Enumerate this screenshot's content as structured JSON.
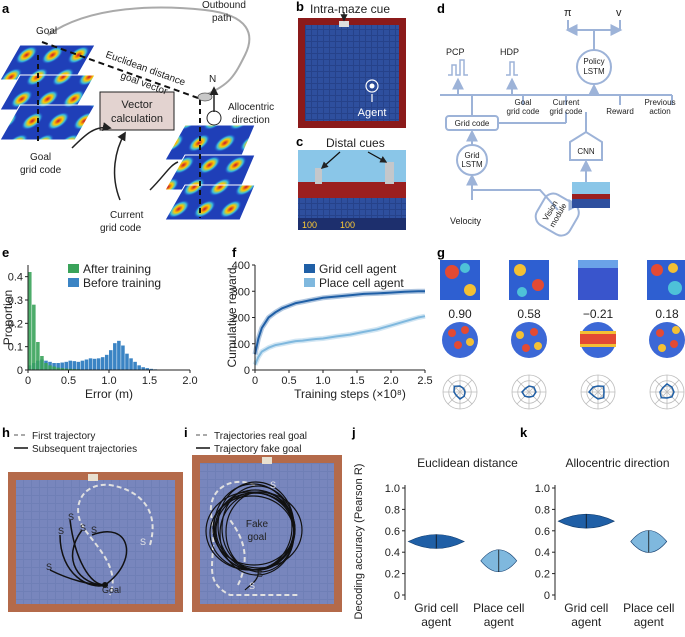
{
  "panels": [
    "a",
    "b",
    "c",
    "d",
    "e",
    "f",
    "g",
    "h",
    "i",
    "j",
    "k"
  ],
  "panel_a": {
    "goal": "Goal",
    "outbound_path": [
      "Outbound",
      "path"
    ],
    "euclidean": "Euclidean distance",
    "goal_vector": "goal vector",
    "north": "N",
    "allocentric": [
      "Allocentric",
      "direction"
    ],
    "vector_calc": [
      "Vector",
      "calculation"
    ],
    "goal_grid": [
      "Goal",
      "grid code"
    ],
    "current_grid": [
      "Current",
      "grid code"
    ]
  },
  "panel_b": {
    "cue": "Intra-maze cue",
    "agent": "Agent"
  },
  "panel_c": {
    "distal": "Distal cues",
    "hud_left": "100",
    "hud_right": "100"
  },
  "panel_d": {
    "pi": "π",
    "v": "v",
    "policy": [
      "Policy",
      "LSTM"
    ],
    "pcp": "PCP",
    "hdp": "HDP",
    "goal_grid": [
      "Goal",
      "grid code"
    ],
    "current_grid": [
      "Current",
      "grid code"
    ],
    "reward": "Reward",
    "prev_action": [
      "Previous",
      "action"
    ],
    "grid_code": "Grid code",
    "grid_lstm": [
      "Grid",
      "LSTM"
    ],
    "cnn": "CNN",
    "vision": [
      "Vision",
      "module"
    ],
    "velocity": "Velocity"
  },
  "panel_g": {
    "correlations": [
      "0.90",
      "0.58",
      "−0.21",
      "0.18"
    ]
  },
  "panel_h": {
    "legend": [
      "First trajectory",
      "Subsequent trajectories"
    ],
    "start": "S",
    "goal": "Goal"
  },
  "panel_i": {
    "legend": [
      "Trajectories real goal",
      "Trajectory fake goal"
    ],
    "start": "S",
    "fake": [
      "Fake",
      "goal"
    ]
  },
  "chart_data": [
    {
      "panel": "e",
      "type": "bar",
      "xlabel": "Error (m)",
      "ylabel": "Proportion",
      "xlim": [
        0,
        2.0
      ],
      "ylim": [
        0,
        0.45
      ],
      "xticks": [
        "0",
        "0.5",
        "1.0",
        "1.5",
        "2.0"
      ],
      "yticks": [
        "0",
        "0.1",
        "0.2",
        "0.3",
        "0.4"
      ],
      "bin_width": 0.05,
      "colors": {
        "After training": "#3aa35a",
        "Before training": "#3b84c4"
      },
      "series": [
        {
          "name": "After training",
          "x": [
            0.0,
            0.05,
            0.1,
            0.15,
            0.2,
            0.25,
            0.3,
            0.35,
            0.4,
            0.45,
            0.5,
            0.55,
            0.6,
            0.65,
            0.7
          ],
          "values": [
            0.42,
            0.28,
            0.12,
            0.06,
            0.03,
            0.02,
            0.015,
            0.01,
            0.008,
            0.006,
            0.005,
            0.004,
            0.003,
            0.002,
            0.002
          ]
        },
        {
          "name": "Before training",
          "x": [
            0.0,
            0.05,
            0.1,
            0.15,
            0.2,
            0.25,
            0.3,
            0.35,
            0.4,
            0.45,
            0.5,
            0.55,
            0.6,
            0.65,
            0.7,
            0.75,
            0.8,
            0.85,
            0.9,
            0.95,
            1.0,
            1.05,
            1.1,
            1.15,
            1.2,
            1.25,
            1.3,
            1.35,
            1.4,
            1.45,
            1.5,
            1.55
          ],
          "values": [
            0.02,
            0.03,
            0.04,
            0.045,
            0.04,
            0.035,
            0.03,
            0.03,
            0.032,
            0.035,
            0.04,
            0.038,
            0.035,
            0.04,
            0.045,
            0.05,
            0.048,
            0.05,
            0.055,
            0.065,
            0.085,
            0.115,
            0.125,
            0.105,
            0.07,
            0.05,
            0.035,
            0.02,
            0.012,
            0.008,
            0.005,
            0.003
          ]
        }
      ]
    },
    {
      "panel": "f",
      "type": "line",
      "xlabel": "Training steps (×10⁸)",
      "ylabel": "Cumulative reward",
      "xlim": [
        0,
        2.5
      ],
      "ylim": [
        0,
        400
      ],
      "xticks": [
        "0",
        "0.5",
        "1.0",
        "1.5",
        "2.0",
        "2.5"
      ],
      "yticks": [
        "0",
        "100",
        "200",
        "300",
        "400"
      ],
      "x": [
        0,
        0.05,
        0.1,
        0.2,
        0.3,
        0.4,
        0.5,
        0.6,
        0.7,
        0.8,
        0.9,
        1.0,
        1.2,
        1.4,
        1.6,
        1.8,
        2.0,
        2.2,
        2.4,
        2.5
      ],
      "colors": {
        "Grid cell agent": "#1f5fa6",
        "Place cell agent": "#7fb8de"
      },
      "series": [
        {
          "name": "Grid cell agent",
          "values": [
            60,
            120,
            160,
            200,
            220,
            235,
            245,
            255,
            260,
            265,
            270,
            275,
            280,
            285,
            290,
            292,
            295,
            298,
            300,
            300
          ]
        },
        {
          "name": "Place cell agent",
          "values": [
            20,
            50,
            70,
            85,
            95,
            100,
            105,
            110,
            112,
            115,
            118,
            120,
            128,
            135,
            145,
            155,
            170,
            185,
            200,
            205
          ]
        }
      ]
    },
    {
      "panel": "j",
      "type": "violin",
      "title": "Euclidean distance",
      "ylabel": "Decoding accuracy (Pearson R)",
      "ylim": [
        0,
        1.0
      ],
      "yticks": [
        "0",
        "0.2",
        "0.4",
        "0.6",
        "0.8",
        "1.0"
      ],
      "categories": [
        "Grid cell agent",
        "Place cell agent"
      ],
      "values": [
        0.5,
        0.32
      ],
      "colors": [
        "#1f5fa6",
        "#7fb8de"
      ]
    },
    {
      "panel": "k",
      "type": "violin",
      "title": "Allocentric direction",
      "ylim": [
        0,
        1.0
      ],
      "yticks": [
        "0",
        "0.2",
        "0.4",
        "0.6",
        "0.8",
        "1.0"
      ],
      "categories": [
        "Grid cell agent",
        "Place cell agent"
      ],
      "values": [
        0.69,
        0.5
      ],
      "colors": [
        "#1f5fa6",
        "#7fb8de"
      ]
    }
  ]
}
